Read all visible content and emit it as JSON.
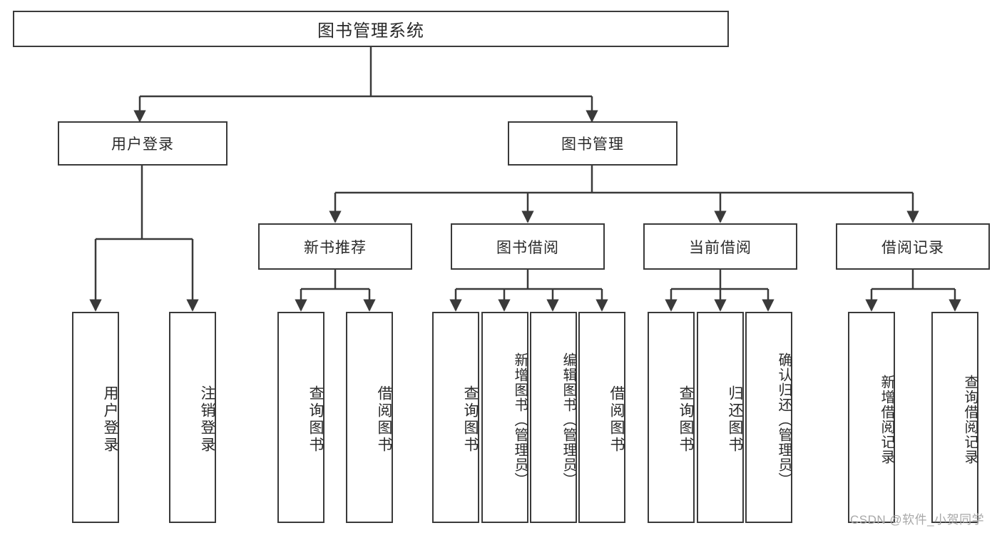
{
  "diagram": {
    "type": "tree-hierarchy-chart",
    "title": "图书管理系统",
    "line_color": "#3a3a3a",
    "box_fill": "#ffffff",
    "text_color": "#2a2a2a"
  },
  "root": {
    "label": "图书管理系统"
  },
  "level1": [
    {
      "label": "用户登录"
    },
    {
      "label": "图书管理"
    }
  ],
  "level2": [
    {
      "label": "新书推荐"
    },
    {
      "label": "图书借阅"
    },
    {
      "label": "当前借阅"
    },
    {
      "label": "借阅记录"
    }
  ],
  "leaves": {
    "user_login": [
      {
        "label": "用户登录"
      },
      {
        "label": "注销登录"
      }
    ],
    "new_book_recommend": [
      {
        "label": "查询图书"
      },
      {
        "label": "借阅图书"
      }
    ],
    "book_borrow": [
      {
        "label": "查询图书"
      },
      {
        "label": "新增图书（管理员）"
      },
      {
        "label": "编辑图书（管理员）"
      },
      {
        "label": "借阅图书"
      }
    ],
    "current_borrow": [
      {
        "label": "查询图书"
      },
      {
        "label": "归还图书"
      },
      {
        "label": "确认归还（管理员）"
      }
    ],
    "borrow_record": [
      {
        "label": "新增借阅记录"
      },
      {
        "label": "查询借阅记录"
      }
    ]
  },
  "watermark": {
    "text": "CSDN @软件_小贺同学"
  }
}
